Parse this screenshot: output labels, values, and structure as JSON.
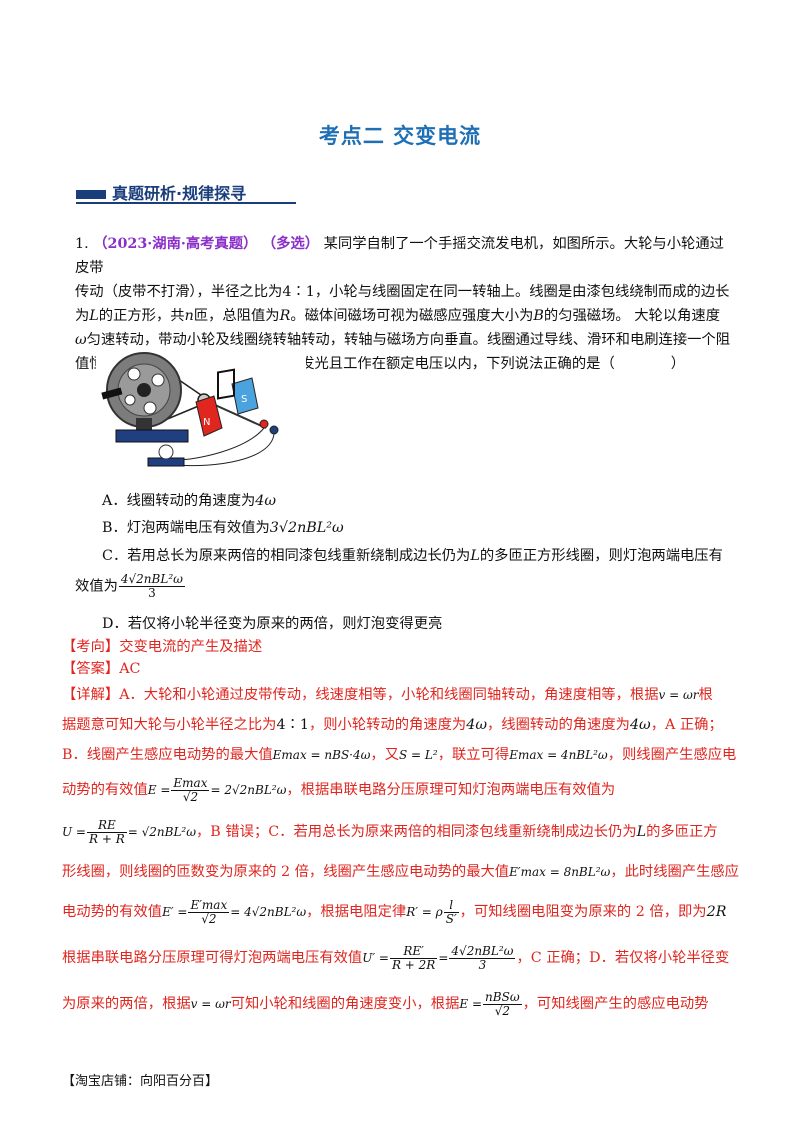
{
  "title": "考点二 交变电流",
  "section": "真题研析·规律探寻",
  "question": {
    "number": "1.",
    "source": "（2023·湖南·高考真题）",
    "type": "（多选）",
    "s1": "某同学自制了一个手摇交流发电机，如图所示。大轮与小轮通过皮带",
    "s2a": "传动（皮带不打滑），半径之比为",
    "ratio": "4∶1",
    "s2b": "，小轮与线圈固定在同一转轴上。线圈是由漆包线绕制而成的边长",
    "s3a": "为",
    "L": "L",
    "s3b": "的正方形，共",
    "n": "n",
    "s3c": "匝，总阻值为",
    "R": "R",
    "s3d": "。磁体间磁场可视为磁感应强度大小为",
    "B": "B",
    "s3e": "的匀强磁场。 大轮以角速度",
    "omega": "ω",
    "s4": "匀速转动，带动小轮及线圈绕转轴转动，转轴与磁场方向垂直。线圈通过导线、滑环和电刷连接一个阻",
    "s5a": "值恒为",
    "s5b": "的灯泡。假设发电时灯泡能发光且工作在额定电压以内，下列说法正确的是（",
    "s5c": "）"
  },
  "figure": {
    "magnet_n": "N",
    "magnet_s": "S"
  },
  "options": {
    "a_text": "A．线圈转动的角速度为",
    "a_val": "4ω",
    "b_text": "B．灯泡两端电压有效值为",
    "b_val": "3√2nBL²ω",
    "c_text": "C．若用总长为原来两倍的相同漆包线重新绕制成边长仍为",
    "c_text2": "的多匝正方形线圈，则灯泡两端电压有",
    "c_text3": "效值为",
    "c_num": "4√2nBL²ω",
    "c_den": "3",
    "d_text": "D．若仅将小轮半径变为原来的两倍，则灯泡变得更亮"
  },
  "answer": {
    "topic_label": "【考向】",
    "topic": "交变电流的产生及描述",
    "ans_label": "【答案】",
    "ans": "AC",
    "detail_label": "【详解】",
    "d1": "A．大轮和小轮通过皮带传动，线速度相等，小轮和线圈同轴转动，角速度相等，根据",
    "d1eq": "v = ωr",
    "d1b": "根",
    "d2": "据题意可知大轮与小轮半径之比为",
    "d2b": "，则小轮转动的角速度为",
    "d2c": "，线圈转动的角速度为",
    "d2d": "，A 正确；",
    "d3": "B．线圈产生感应电动势的最大值",
    "d3eq1": "Emax = nBS·4ω",
    "d3b": "，又",
    "d3eq2": "S = L²",
    "d3c": "，联立可得",
    "d3eq3": "Emax = 4nBL²ω",
    "d3d": "，则线圈产生感应电",
    "d4": "动势的有效值",
    "d4eq_l": "E =",
    "d4eq_num": "Emax",
    "d4eq_den": "√2",
    "d4eq_r": "= 2√2nBL²ω",
    "d4b": "，根据串联电路分压原理可知灯泡两端电压有效值为",
    "d5eq_l": "U =",
    "d5eq_num": "RE",
    "d5eq_den": "R + R",
    "d5eq_r": "= √2nBL²ω",
    "d5b": "，B 错误；C．若用总长为原来两倍的相同漆包线重新绕制成边长仍为",
    "d5c": "的多匝正方",
    "d6": "形线圈，则线圈的匝数变为原来的 2 倍，线圈产生感应电动势的最大值",
    "d6eq": "E′max = 8nBL²ω",
    "d6b": "，此时线圈产生感应",
    "d7": "电动势的有效值",
    "d7eq_l": "E′ =",
    "d7eq_num": "E′max",
    "d7eq_den": "√2",
    "d7eq_r": "= 4√2nBL²ω",
    "d7b": "，根据电阻定律",
    "d7eq2_l": "R′ = ρ",
    "d7eq2_num": "l",
    "d7eq2_den": "S′",
    "d7c": "，可知线圈电阻变为原来的 2 倍，即为",
    "d7d": "2R",
    "d8": "根据串联电路分压原理可得灯泡两端电压有效值",
    "d8eq_l": "U′ =",
    "d8eq_num": "RE′",
    "d8eq_den": "R + 2R",
    "d8eq_m": "=",
    "d8eq2_num": "4√2nBL²ω",
    "d8eq2_den": "3",
    "d8b": "，C 正确；D．若仅将小轮半径变",
    "d9": "为原来的两倍，根据",
    "d9eq": "v = ωr",
    "d9b": "可知小轮和线圈的角速度变小，根据",
    "d9eq2_l": "E =",
    "d9eq2_num": "nBSω",
    "d9eq2_den": "√2",
    "d9c": "，可知线圈产生的感应电动势"
  },
  "footer": "【淘宝店铺：向阳百分百】"
}
